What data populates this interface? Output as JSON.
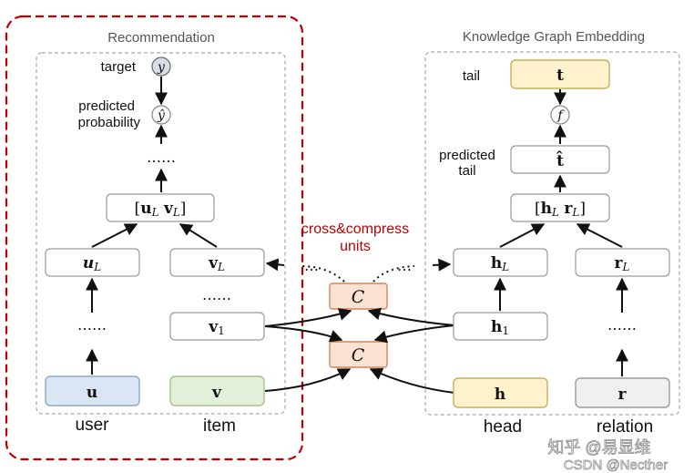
{
  "left_panel": {
    "title": "Recommendation",
    "target_label": "target",
    "pred_label_line1": "predicted",
    "pred_label_line2": "probability",
    "dots_top": "……",
    "concat": "[uᴸ vᴸ]",
    "uL": "u",
    "vL": "v",
    "dots_v": "……",
    "v1": "v",
    "dots_u": "……",
    "u": "u",
    "v": "v",
    "caption_user": "user",
    "caption_item": "item"
  },
  "right_panel": {
    "title": "Knowledge Graph Embedding",
    "tail_label": "tail",
    "t": "t",
    "f": "f",
    "pred_label_line1": "predicted",
    "pred_label_line2": "tail",
    "t_hat": "t̂",
    "concat": "[h r]",
    "hL": "h",
    "rL": "r",
    "h1": "h",
    "dots_r": "……",
    "h": "h",
    "r": "r",
    "caption_head": "head",
    "caption_relation": "relation"
  },
  "middle": {
    "label_line1": "cross&compress",
    "label_line2": "units",
    "unit_symbol": "C",
    "dots_left": "…",
    "dots_right": "…"
  },
  "symbols": {
    "y": "y",
    "y_hat": "ŷ",
    "sub_L": "L",
    "sub_1": "1"
  },
  "watermark": {
    "line1": "知乎 @易显维",
    "line2": "CSDN @Necther"
  },
  "colors": {
    "red_dash": "#c00000",
    "blue_fill": "#dae6f4",
    "blue_stroke": "#8ea9c9",
    "green_fill": "#e2efd9",
    "green_stroke": "#a6c28e",
    "yellow_fill": "#fff2cc",
    "yellow_stroke": "#c9ae5a",
    "gray_fill": "#f0f0f0",
    "cc_fill": "#fbe1d2",
    "cc_stroke": "#d6845a",
    "red_text": "#c00000"
  }
}
